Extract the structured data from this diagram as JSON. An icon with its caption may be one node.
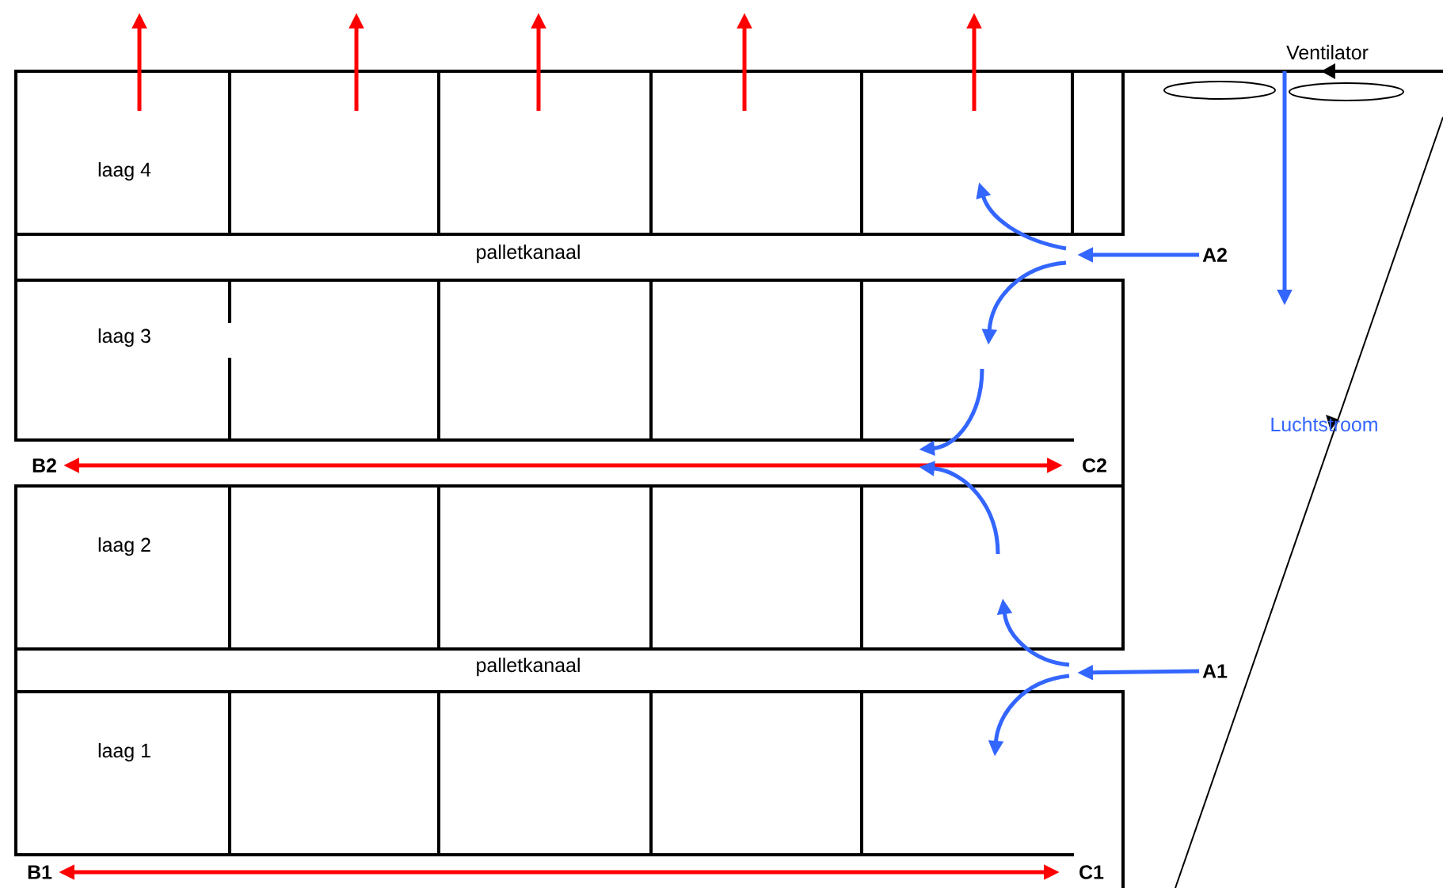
{
  "diagram": {
    "nodes": [
      {
        "text": [
          "laag 4"
        ]
      },
      {
        "text": [],
        "shape": "box"
      },
      {
        "text": [],
        "shape": "box"
      },
      {
        "text": [],
        "shape": "box"
      },
      {
        "text": [],
        "shape": "box"
      },
      {
        "text": [],
        "shape": "box"
      },
      {
        "text": [
          "palletkanaal"
        ]
      },
      {
        "text": [
          "A2"
        ]
      },
      {
        "text": [
          "laag 3"
        ]
      },
      {
        "text": [],
        "shape": "box"
      },
      {
        "text": [],
        "shape": "box"
      },
      {
        "text": [],
        "shape": "box"
      },
      {
        "text": [],
        "shape": "box"
      },
      {
        "text": [
          "B2"
        ]
      },
      {
        "text": [
          "C2"
        ]
      },
      {
        "text": [
          "laag 2"
        ]
      },
      {
        "text": [],
        "shape": "box"
      },
      {
        "text": [],
        "shape": "box"
      },
      {
        "text": [],
        "shape": "box"
      },
      {
        "text": [],
        "shape": "box"
      },
      {
        "text": [
          "palletkanaal"
        ]
      },
      {
        "text": [
          "A1"
        ]
      },
      {
        "text": [
          "laag 1"
        ]
      },
      {
        "text": [],
        "shape": "box"
      },
      {
        "text": [],
        "shape": "box"
      },
      {
        "text": [],
        "shape": "box"
      },
      {
        "text": [],
        "shape": "box"
      },
      {
        "text": [
          "B1"
        ]
      },
      {
        "text": [
          "C1"
        ]
      }
    ],
    "edges": [
      {
        "from": 13,
        "to": 14,
        "arrow": "both",
        "color": "#ff0000"
      },
      {
        "from": 7,
        "to": 6,
        "arrow": "to",
        "color": "#3366ff"
      },
      {
        "from": 21,
        "to": 20,
        "arrow": "to",
        "color": "#3366ff"
      },
      {
        "from": 27,
        "to": 28,
        "arrow": "both",
        "color": "#ff0000"
      },
      {
        "from": 6,
        "to": 4,
        "arrow": "to",
        "color": "#3366ff"
      },
      {
        "from": 6,
        "to": 12,
        "arrow": "to",
        "color": "#3366ff"
      },
      {
        "from": 12,
        "to": null,
        "arrow": "to",
        "color": "#3366ff"
      },
      {
        "from": 19,
        "to": null,
        "arrow": "to",
        "color": "#3366ff"
      },
      {
        "from": 20,
        "to": 19,
        "arrow": "to",
        "color": "#3366ff"
      },
      {
        "from": 20,
        "to": 26,
        "arrow": "to",
        "color": "#3366ff"
      }
    ],
    "labels": [
      "Ventilator",
      "Luchtstroom"
    ]
  }
}
